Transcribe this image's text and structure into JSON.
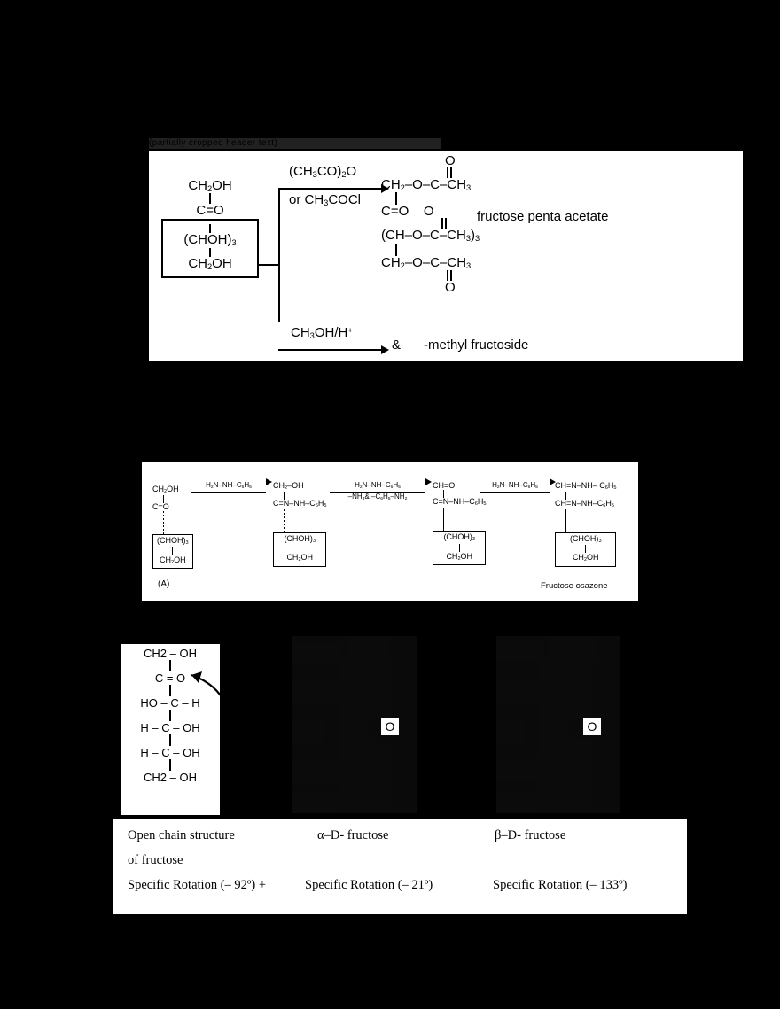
{
  "panel1": {
    "ghost_line": "(partially cropped header text)",
    "substrate": {
      "top": "CH2OH",
      "carbonyl": "C=O",
      "boxed_mid": "(CHOH)3",
      "boxed_bottom": "CH2OH"
    },
    "reagent_top_1": "(CH3CO)2O",
    "reagent_top_2": "or CH3COCl",
    "reagent_bottom": "CH3OH/H+",
    "product": {
      "l1_o": "O",
      "l2": "CH2–O–C–CH3",
      "l3": "C=O",
      "l3_o": "O",
      "l4": "(CH–O–C–CH3)3",
      "l5": "CH2–O–C–CH3",
      "l6_o": "O"
    },
    "product_label": "fructose penta acetate",
    "methyl_product": "& -methyl fructoside",
    "methyl_amp": "&",
    "methyl_rest": "-methyl fructoside"
  },
  "panel2": {
    "reagents": [
      {
        "top": "H2N–NH–C6H5",
        "bottom": ""
      },
      {
        "top": "H2N–NH–C6H5",
        "bottom": "–NH3 & –C6H5–NH2"
      },
      {
        "top": "H2N–NH–C6H5",
        "bottom": ""
      }
    ],
    "units": [
      {
        "l1": "CH2OH",
        "l2": "C=O",
        "box1": "(CHOH)3",
        "box2": "CH2OH"
      },
      {
        "l1": "CH2–OH",
        "l2": "C=N–NH–C6H5",
        "box1": "(CHOH)3",
        "box2": "CH2OH"
      },
      {
        "l1": "CH=O",
        "l2": "C=N–NH–C6H5",
        "box1": "(CHOH)3",
        "box2": "CH2OH"
      },
      {
        "l1": "CH=N–NH– C6H5",
        "l2": "CH=N–NH–C6H5",
        "box1": "(CHOH)3",
        "box2": "CH2OH"
      }
    ],
    "label_a": "(A)",
    "label_osazone": "Fructose osazone"
  },
  "panel3": {
    "open_chain": {
      "l1": "CH2 – OH",
      "l2": "C = O",
      "l3": "HO – C – H",
      "l4": "H – C – OH",
      "l5": "H – C – OH",
      "l6": "CH2 – OH"
    },
    "ring_oxygen": "O",
    "captions": {
      "open_line1": "Open chain structure",
      "open_line2": "of fructose",
      "alpha": "α–D- fructose",
      "beta": "β–D- fructose",
      "rot_open": "Specific Rotation (– 92º) +",
      "rot_alpha": "Specific Rotation (– 21º)",
      "rot_beta": "Specific Rotation (– 133º)"
    }
  }
}
